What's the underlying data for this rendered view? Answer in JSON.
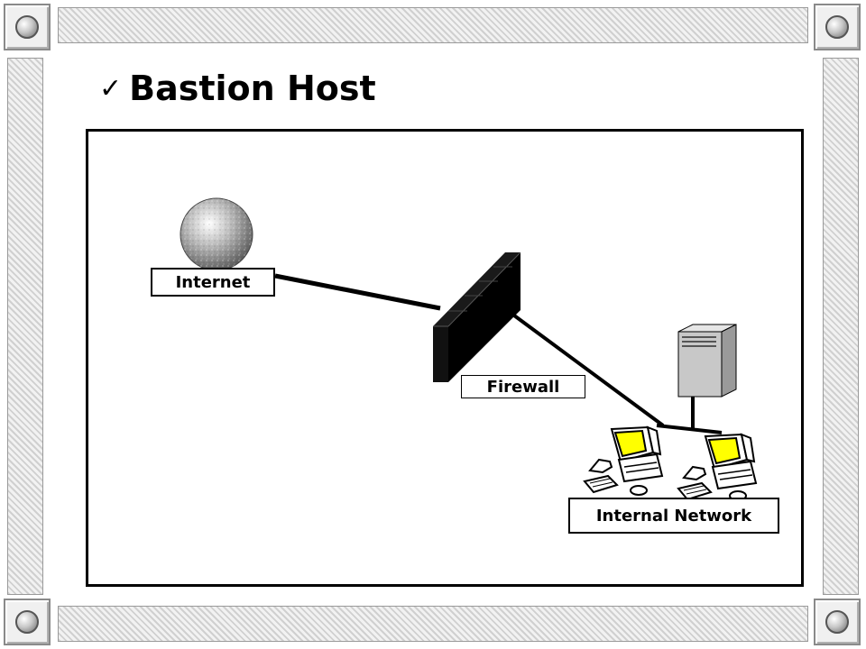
{
  "slide": {
    "title": "Bastion Host",
    "title_mark": "✓"
  },
  "diagram": {
    "nodes": {
      "internet": {
        "label": "Internet",
        "icon": "globe-icon"
      },
      "firewall": {
        "label": "Firewall",
        "icon": "brick-wall-icon"
      },
      "internal_network": {
        "label": "Internal Network",
        "icon": "workstation-icon"
      },
      "server": {
        "icon": "server-tower-icon"
      }
    },
    "colors": {
      "line": "#000000",
      "monitor_screen": "#ffff00",
      "globe": "#b8b8b8",
      "server": "#c8c8c8"
    }
  }
}
